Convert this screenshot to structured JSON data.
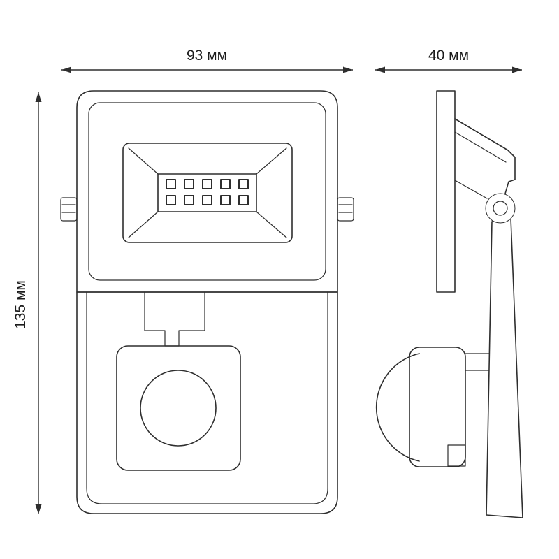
{
  "colors": {
    "line": "#2e2e2e",
    "text": "#1c1c1c",
    "background": "#ffffff"
  },
  "unit": "мм",
  "dimensions": {
    "front_width": {
      "label": "93 мм",
      "value": 93
    },
    "side_depth": {
      "label": "40 мм",
      "value": 40
    },
    "height": {
      "label": "135 мм",
      "value": 135
    }
  },
  "views": {
    "front": {
      "led_grid": {
        "rows": 2,
        "columns": 5
      }
    },
    "side": {}
  }
}
